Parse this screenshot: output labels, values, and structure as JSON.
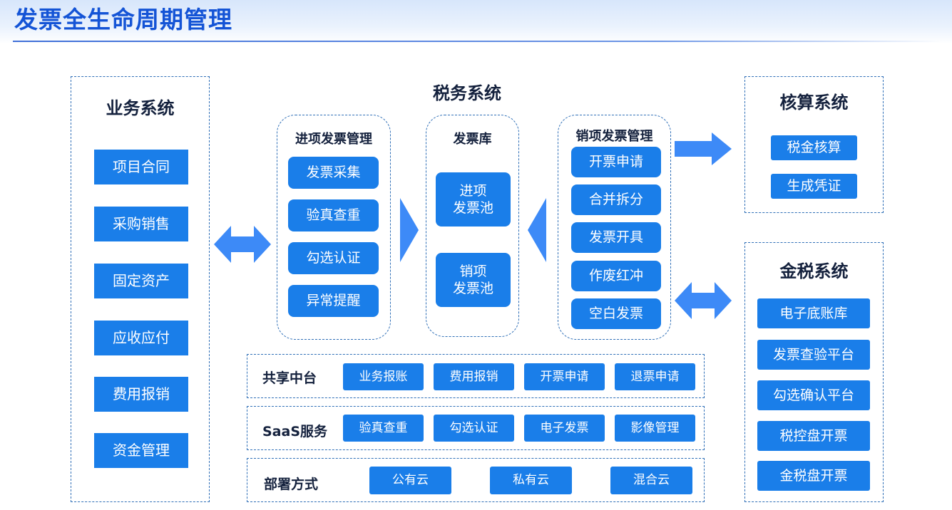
{
  "page": {
    "title": "发票全生命周期管理"
  },
  "business": {
    "title": "业务系统",
    "items": [
      "项目合同",
      "采购销售",
      "固定资产",
      "应收应付",
      "费用报销",
      "资金管理"
    ]
  },
  "tax": {
    "title": "税务系统",
    "input": {
      "title": "进项发票管理",
      "items": [
        "发票采集",
        "验真查重",
        "勾选认证",
        "异常提醒"
      ]
    },
    "pool": {
      "title": "发票库",
      "items": [
        "进项\n发票池",
        "销项\n发票池"
      ]
    },
    "output": {
      "title": "销项发票管理",
      "items": [
        "开票申请",
        "合并拆分",
        "发票开具",
        "作废红冲",
        "空白发票"
      ]
    }
  },
  "rows": [
    {
      "label": "共享中台",
      "items": [
        "业务报账",
        "费用报销",
        "开票申请",
        "退票申请"
      ]
    },
    {
      "label": "SaaS服务",
      "items": [
        "验真查重",
        "勾选认证",
        "电子发票",
        "影像管理"
      ]
    },
    {
      "label": "部署方式",
      "items": [
        "公有云",
        "私有云",
        "混合云"
      ]
    }
  ],
  "accounting": {
    "title": "核算系统",
    "items": [
      "税金核算",
      "生成凭证"
    ]
  },
  "golden_tax": {
    "title": "金税系统",
    "items": [
      "电子底账库",
      "发票查验平台",
      "勾选确认平台",
      "税控盘开票",
      "金税盘开票"
    ]
  },
  "colors": {
    "accent": "#1a7ee9",
    "arrow": "#3d8af7",
    "title": "#1454d6",
    "border": "#2f6fb7"
  }
}
